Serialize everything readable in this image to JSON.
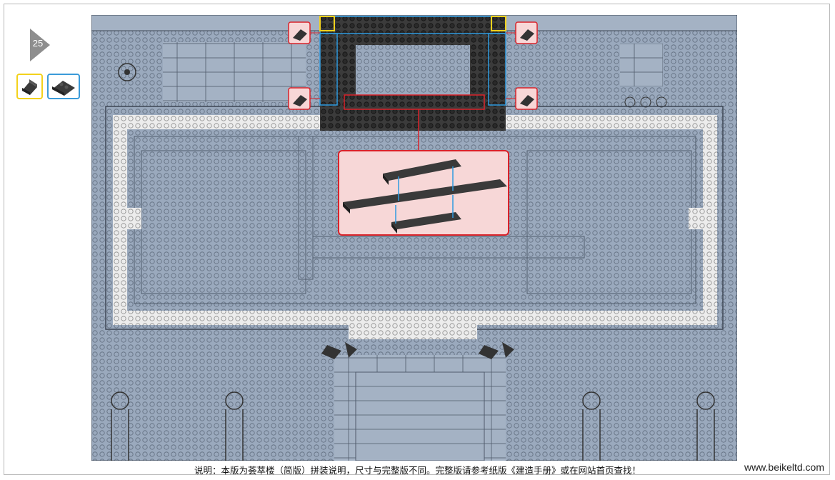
{
  "step": {
    "number": "25"
  },
  "parts": [
    {
      "frame_color": "#f3d21c",
      "icon": "dark-slope-brick-icon"
    },
    {
      "frame_color": "#3b9bd9",
      "icon": "dark-double-slope-brick-icon"
    }
  ],
  "board_colors": {
    "baseplate": "#9aa9bd",
    "white_tiles": "#ececec",
    "dark_bricks": "#3b3b3b",
    "callout": "#f7d7d7",
    "callout_border": "#d9222a",
    "highlight_blue": "#2f9be0",
    "highlight_yellow": "#f3d21c"
  },
  "footer": {
    "note": "说明：本版为荟萃楼（简版）拼装说明，尺寸与完整版不同。完整版请参考纸版《建造手册》或在网站首页查找！",
    "website": "www.beikeltd.com"
  }
}
